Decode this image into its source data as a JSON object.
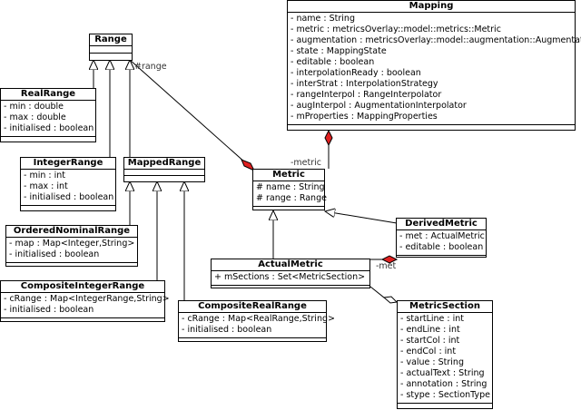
{
  "classes": {
    "mapping": {
      "name": "Mapping",
      "attributes": [
        "- name : String",
        "- metric : metricsOverlay::model::metrics::Metric",
        "- augmentation : metricsOverlay::model::augmentation::Augmentation",
        "- state : MappingState",
        "- editable : boolean",
        "- interpolationReady : boolean",
        "- interStrat : InterpolationStrategy",
        "- rangeInterpol : RangeInterpolator",
        "- augInterpol : AugmentationInterpolator",
        "- mProperties : MappingProperties"
      ]
    },
    "range": {
      "name": "Range",
      "attributes": []
    },
    "real_range": {
      "name": "RealRange",
      "attributes": [
        "- min : double",
        "- max : double",
        "- initialised : boolean"
      ]
    },
    "integer_range": {
      "name": "IntegerRange",
      "attributes": [
        "- min : int",
        "- max : int",
        "- initialised : boolean"
      ]
    },
    "mapped_range": {
      "name": "MappedRange",
      "attributes": []
    },
    "metric": {
      "name": "Metric",
      "attributes": [
        "# name : String",
        "# range : Range"
      ]
    },
    "derived_metric": {
      "name": "DerivedMetric",
      "attributes": [
        "- met : ActualMetric",
        "- editable : boolean"
      ]
    },
    "ordered_nominal_range": {
      "name": "OrderedNominalRange",
      "attributes": [
        "- map : Map<Integer,String>",
        "- initialised : boolean"
      ]
    },
    "actual_metric": {
      "name": "ActualMetric",
      "attributes": [
        "+ mSections : Set<MetricSection>"
      ]
    },
    "composite_integer_range": {
      "name": "CompositeIntegerRange",
      "attributes": [
        "- cRange : Map<IntegerRange,String>",
        "- initialised : boolean"
      ]
    },
    "composite_real_range": {
      "name": "CompositeRealRange",
      "attributes": [
        "- cRange : Map<RealRange,String>",
        "- initialised : boolean"
      ]
    },
    "metric_section": {
      "name": "MetricSection",
      "attributes": [
        "- startLine : int",
        "- endLine : int",
        "- startCol : int",
        "- endCol : int",
        "- value : String",
        "- actualText : String",
        "- annotation : String",
        "- stype : SectionType"
      ]
    }
  },
  "roles": {
    "range": "#range",
    "metric": "-metric",
    "met": "-met"
  },
  "colors": {
    "composition_diamond": "#e02020",
    "line": "#000000"
  }
}
